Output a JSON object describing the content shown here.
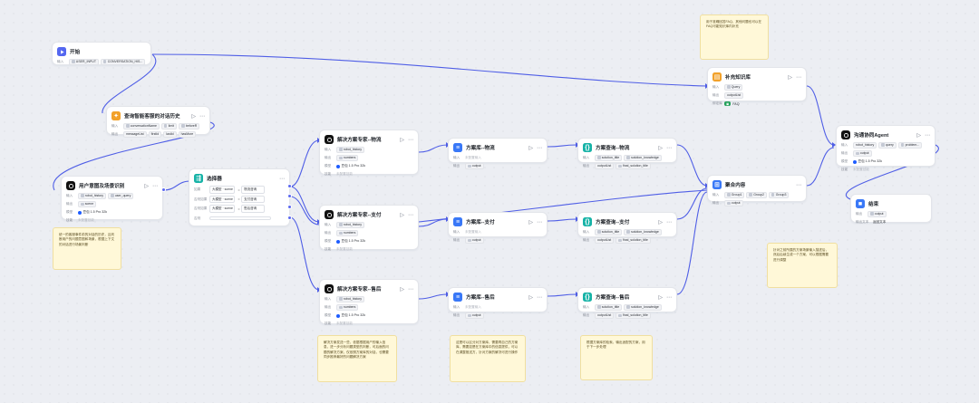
{
  "labels": {
    "input": "输入",
    "output": "输出",
    "model": "模型",
    "skill": "技能",
    "bind": "绑定库",
    "output_text": "输出文本"
  },
  "icons": {
    "play": "▷",
    "more": "⋯"
  },
  "nodes": {
    "start": {
      "title": "开始",
      "inputs": [
        "USER_INPUT",
        "CONVERSATION_HIS..."
      ]
    },
    "history": {
      "title": "查询智能客服的对话历史",
      "inputs": [
        "conversationName",
        "limit",
        "beforeR"
      ],
      "outputs": [
        "messageList",
        "firstId",
        "lastId",
        "hasMore"
      ]
    },
    "intent": {
      "title": "用户意图及场景识别",
      "inputs": [
        "robot_history",
        "user_query"
      ],
      "outputs": [
        "scene"
      ],
      "model": "豆包 1.5 Pro 32k",
      "skill": "未配置技能"
    },
    "selector": {
      "title": "选择器",
      "rows": [
        {
          "label": "如果",
          "a": "大模型",
          "b": "scene",
          "op": "=",
          "c": "物流咨询"
        },
        {
          "label": "否则如果",
          "a": "大模型",
          "b": "scene",
          "op": "=",
          "c": "支付咨询"
        },
        {
          "label": "否则如果",
          "a": "大模型",
          "b": "scene",
          "op": "=",
          "c": "售后咨询"
        }
      ],
      "else_label": "否则"
    },
    "expert_logistics": {
      "title": "解决方案专家--物流",
      "inputs": [
        "robot_history"
      ],
      "outputs": [
        "numbers"
      ],
      "model": "豆包 1.5 Pro 32k",
      "skill": "未配置技能"
    },
    "expert_payment": {
      "title": "解决方案专家--支付",
      "inputs": [
        "robot_history"
      ],
      "outputs": [
        "numbers"
      ],
      "model": "豆包 1.5 Pro 32k",
      "skill": "未配置技能"
    },
    "expert_after": {
      "title": "解决方案专家--售后",
      "inputs": [
        "robot_history"
      ],
      "outputs": [
        "numbers"
      ],
      "model": "豆包 1.5 Pro 32k",
      "skill": "未配置技能"
    },
    "lib_logistics": {
      "title": "方案库--物流",
      "input_placeholder": "未配置输入",
      "outputs": [
        "output"
      ]
    },
    "lib_payment": {
      "title": "方案库--支付",
      "input_placeholder": "未配置输入",
      "outputs": [
        "output"
      ]
    },
    "lib_after": {
      "title": "方案库--售后",
      "input_placeholder": "未配置输入",
      "outputs": [
        "output"
      ]
    },
    "query_logistics": {
      "title": "方案查询--物流",
      "inputs": [
        "solution_title",
        "solution_knowledge"
      ],
      "outputs": [
        "outputList",
        "final_solution_title"
      ]
    },
    "query_payment": {
      "title": "方案查询--支付",
      "inputs": [
        "solution_title",
        "solution_knowledge"
      ],
      "outputs": [
        "outputList",
        "final_solution_title"
      ]
    },
    "query_after": {
      "title": "方案查询--售后",
      "inputs": [
        "solution_title",
        "solution_knowledge"
      ],
      "outputs": [
        "outputList",
        "final_solution_title"
      ]
    },
    "supplement": {
      "title": "补充知识库",
      "inputs": [
        "Query"
      ],
      "outputs": [
        "outputList"
      ],
      "bind": "FAQ"
    },
    "aggregate": {
      "title": "聚合内容",
      "inputs": [
        "Group1",
        "Group2",
        "Group3"
      ],
      "outputs": [
        "output"
      ]
    },
    "agent": {
      "title": "沟通协同Agent",
      "inputs": [
        "robot_history",
        "query",
        "problem..."
      ],
      "outputs": [
        "output"
      ],
      "model": "豆包 1.5 Pro 32k",
      "skill": "未配置技能"
    },
    "end": {
      "title": "结束",
      "outputs": [
        "output"
      ],
      "text": "返回文本"
    }
  },
  "notes": {
    "n_top": "用于准确回答FAQ，其他问题也可以在FAQ可能知识库内补充",
    "n_left": "统一的客服事件前的对话的历史，且判断用户的问题意图和场景，根据上下文的对话进行场景判断",
    "n_expert": "解决方案发送一些，依据根据用户的输入信息，进一步分析问题类型的判断，可后面的问题的解决方案，仅依照方案库的对话，也需要同步推荐最好的问题解决方案",
    "n_lib": "这是可以区分对方案库，需要再自己的方案库，需要如是在方案库中的信息提供，可以在调整推送方，针对方案的解决可进行操作",
    "n_query": "根据方案库的检索，输出适配的方案，用于下一步处理",
    "n_right": "针对之前所属的方案场景输入描述后，然后后续生成一个方案，可以根据需要进行调整"
  }
}
